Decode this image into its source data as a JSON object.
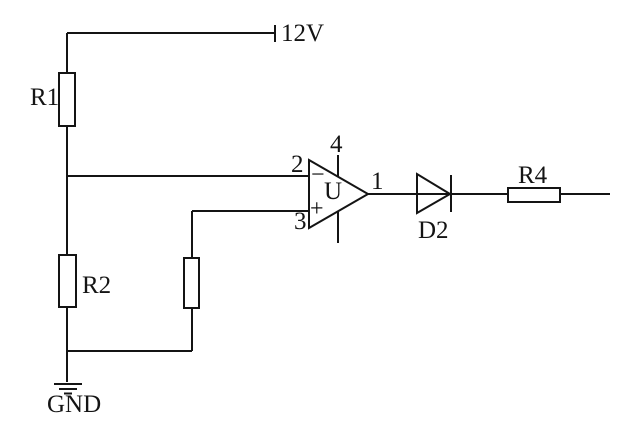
{
  "diagram": {
    "background_color": "#ffffff",
    "line_color": "#141414",
    "power": {
      "label": "12V"
    },
    "ground": {
      "label": "GND"
    },
    "components": {
      "r1": {
        "label": "R1"
      },
      "r2": {
        "label": "R2"
      },
      "r4": {
        "label": "R4"
      },
      "d2": {
        "label": "D2"
      },
      "opamp": {
        "label": "U",
        "inverting_sign": "−",
        "noninverting_sign": "+",
        "pins": {
          "output": "1",
          "inverting": "2",
          "noninverting": "3",
          "power": "4"
        }
      }
    }
  }
}
